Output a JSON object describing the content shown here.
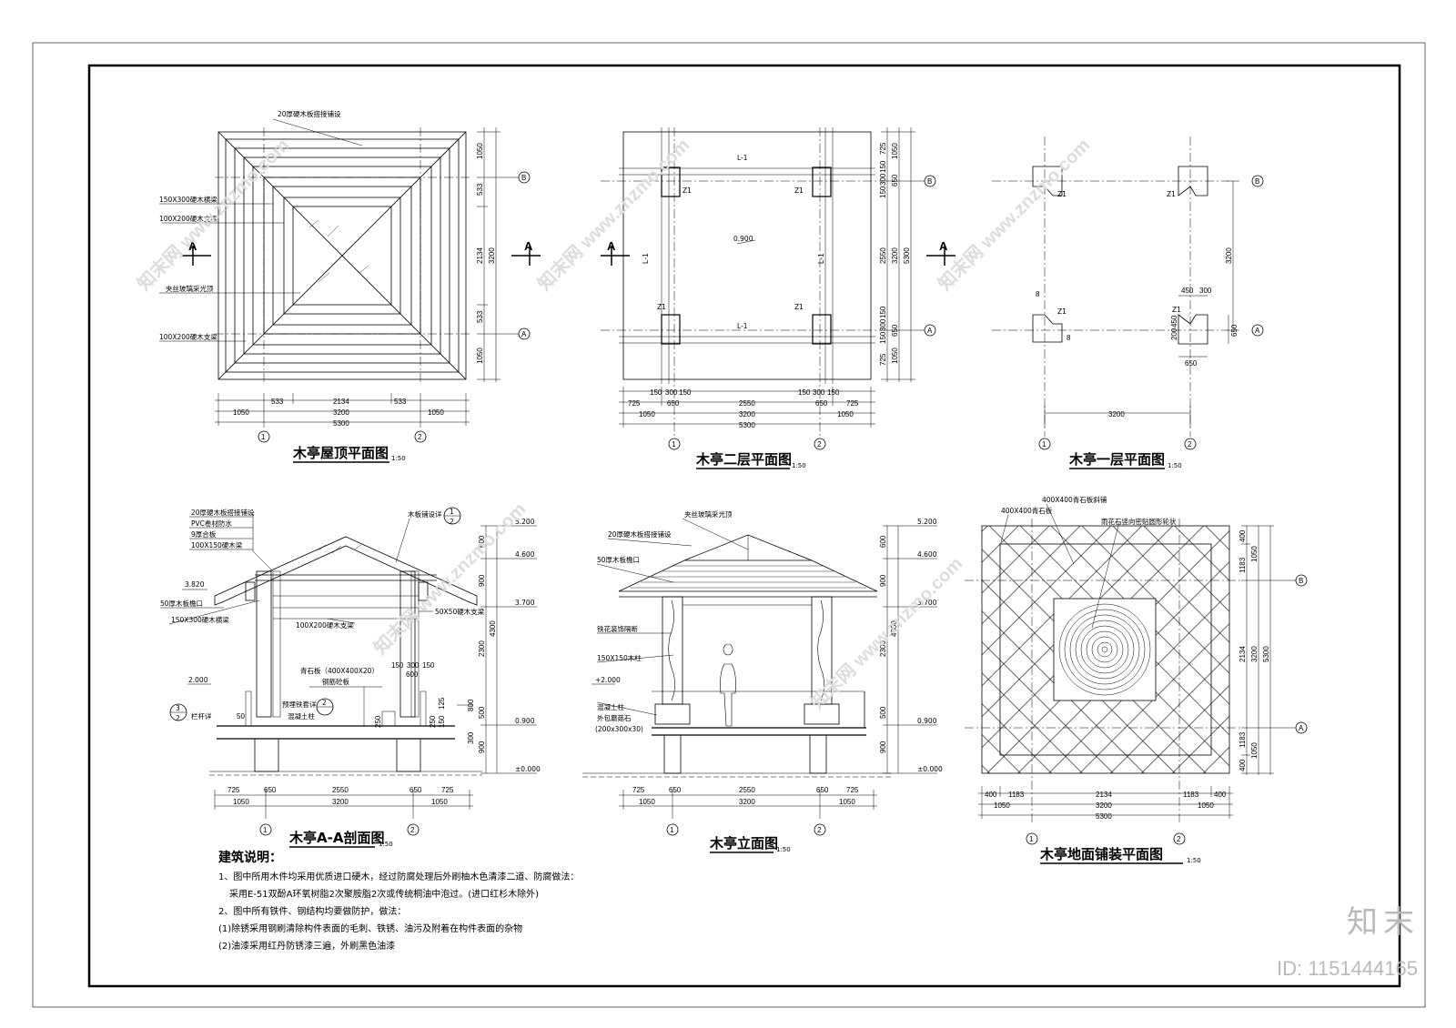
{
  "drawings": {
    "roof": {
      "title": "木亭屋顶平面图",
      "scale": "1:50"
    },
    "second": {
      "title": "木亭二层平面图",
      "scale": "1:50"
    },
    "first": {
      "title": "木亭一层平面图",
      "scale": "1:50"
    },
    "section": {
      "title": "木亭A-A剖面图",
      "scale": "1:50"
    },
    "elevation": {
      "title": "木亭立面图",
      "scale": "1:50"
    },
    "paving": {
      "title": "木亭地面铺装平面图",
      "scale": "1:50"
    }
  },
  "labels": {
    "roof_top": "20厚硬木板搭接铺设",
    "roof_beam": "150X300硬木横梁",
    "roof_sub": "100X200硬木支梁",
    "roof_glass": "夹丝玻璃采光顶",
    "roof_sub2": "100X200硬木支梁",
    "sec_1": "20厚硬木板搭接铺设",
    "sec_2": "PVC卷材防水",
    "sec_3": "9厚合板",
    "sec_4": "100X150硬木梁",
    "sec_eave": "50厚木板檐口",
    "sec_beam": "150X300硬木横梁",
    "sec_wood": "木板铺设详",
    "sec_brace": "50X50硬木支梁",
    "sec_sub": "100X200硬木支梁",
    "sec_stone": "青石板（400X400X20）",
    "sec_slab": "钢筋砼板",
    "sec_embed": "预埋铁套详",
    "sec_col": "混凝土柱",
    "sec_rail": "栏杆详",
    "el_glass": "夹丝玻璃采光顶",
    "el_top": "20厚硬木板搭接铺设",
    "el_eave": "50厚木板檐口",
    "el_iron": "铁花装饰隔断",
    "el_col": "150X150木柱",
    "el_conc1": "混凝土柱",
    "el_conc2": "外包蘑菇石",
    "el_conc3": "(200x300x30)",
    "pv_stone1": "400X400青石板斜铺",
    "pv_stone2": "400X400青石板",
    "pv_rain": "雨花石竖向密贴圆形轮状",
    "z1": "Z1",
    "l1": "L-1",
    "axis_a": "A",
    "axis_b": "B",
    "axis_1": "1",
    "axis_2": "2",
    "cut": "A",
    "lvl_0900": "0.900",
    "lvl_3820": "3.820",
    "lvl_2000": "2.000",
    "lvl_5200": "5.200",
    "lvl_4600": "4.600",
    "lvl_3700": "3.700",
    "lvl_0900b": "0.900",
    "lvl_000": "±0.000",
    "lvl_p2000": "+2.000",
    "det_1": "1",
    "det_2": "2",
    "det_3": "3"
  },
  "dims": {
    "roof_bottom1": [
      "1050",
      "533",
      "2134",
      "533",
      "1050"
    ],
    "roof_bottom2": [
      "3200"
    ],
    "total": "5300",
    "roof_right": [
      "1050",
      "533",
      "2134",
      "533",
      "1050"
    ],
    "roof_right2": "3200",
    "second_bottom1": [
      "725",
      "650",
      "2550",
      "650",
      "725"
    ],
    "second_bottom0": [
      "150",
      "300",
      "150",
      "150",
      "300",
      "150"
    ],
    "second_bottom2": [
      "1050",
      "3200",
      "1050"
    ],
    "second_right": [
      "725",
      "150",
      "300",
      "150",
      "2550",
      "150",
      "300",
      "150",
      "725"
    ],
    "second_right2": [
      "1050",
      "650",
      "3200",
      "650",
      "1050"
    ],
    "first_bottom": "3200",
    "first_right": "3200",
    "first_det": [
      "450",
      "300",
      "650",
      "200",
      "450",
      "650",
      "8",
      "8"
    ],
    "sec_bottom1": [
      "725",
      "650",
      "2550",
      "650",
      "725"
    ],
    "sec_bottom2": [
      "1050",
      "3200",
      "1050"
    ],
    "sec_mid": [
      "150",
      "300",
      "150",
      "600"
    ],
    "sec_right": [
      "600",
      "900",
      "2300",
      "500",
      "900",
      "4300",
      "800",
      "300"
    ],
    "sec_small": [
      "50",
      "250",
      "125",
      "250",
      "150"
    ],
    "pv_bottom1": [
      "400",
      "1183",
      "2134",
      "1183",
      "400"
    ],
    "pv_bottom2": [
      "1050",
      "3200",
      "1050"
    ],
    "pv_right": [
      "400",
      "1183",
      "2134",
      "1183",
      "400"
    ],
    "pv_right2": [
      "1050",
      "3200",
      "1050"
    ]
  },
  "notes": {
    "heading": "建筑说明：",
    "line1": "1、图中所用木件均采用优质进口硬木，经过防腐处理后外刷柚木色清漆二道、防腐做法：",
    "line2": "采用E-51双酚A环氧树脂2次聚胺脂2次或传统桐油中泡过。(进口红杉木除外)",
    "line3": "2、图中所有铁件、钢结构均要做防护，做法：",
    "line4": "(1)除锈采用钢刷清除构件表面的毛刺、铁锈、油污及附着在构件表面的杂物",
    "line5": "(2)油漆采用红丹防锈漆三遍，外刷黑色油漆"
  },
  "watermark": {
    "brand": "知末",
    "id": "ID: 1151444165",
    "site": "知末网 www.znzmo.com"
  }
}
